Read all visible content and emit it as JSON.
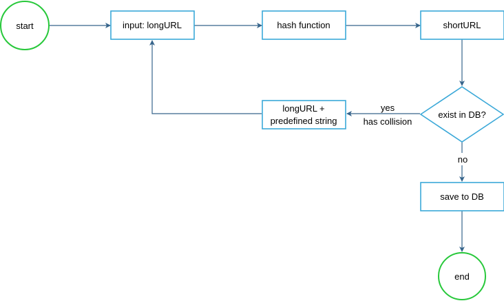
{
  "nodes": {
    "start": "start",
    "input": "input: longURL",
    "hash": "hash function",
    "short": "shortURL",
    "exist": "exist in DB?",
    "longurl_line1": "longURL +",
    "longurl_line2": "predefined string",
    "save": "save to DB",
    "end": "end"
  },
  "edges": {
    "yes": "yes",
    "collision": "has collision",
    "no": "no"
  },
  "colors": {
    "box_border": "#3aa8d8",
    "circle_border": "#27c83a",
    "arrow": "#36648b"
  }
}
